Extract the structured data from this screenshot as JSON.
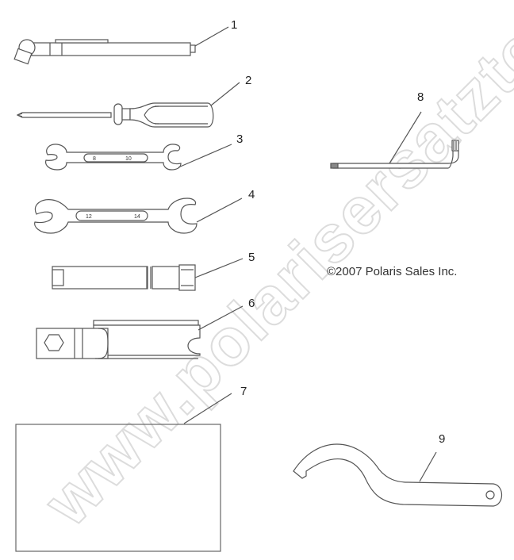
{
  "diagram": {
    "type": "parts-exploded-view",
    "subject": "Tool kit",
    "background": "#ffffff",
    "line_color": "#555555"
  },
  "callouts": [
    {
      "number": "1",
      "part": "tire-pressure-gauge"
    },
    {
      "number": "2",
      "part": "screwdriver"
    },
    {
      "number": "3",
      "part": "open-end-wrench-small"
    },
    {
      "number": "4",
      "part": "open-end-wrench-large"
    },
    {
      "number": "5",
      "part": "spark-plug-socket"
    },
    {
      "number": "6",
      "part": "spark-plug-socket-handle"
    },
    {
      "number": "7",
      "part": "tool-pouch"
    },
    {
      "number": "8",
      "part": "hex-key"
    },
    {
      "number": "9",
      "part": "spanner-wrench"
    }
  ],
  "wrench_markings": {
    "small": [
      "8",
      "10"
    ],
    "large": [
      "12",
      "14"
    ]
  },
  "copyright": "©2007 Polaris Sales Inc.",
  "watermark": "www.polarisersatzteile.de"
}
